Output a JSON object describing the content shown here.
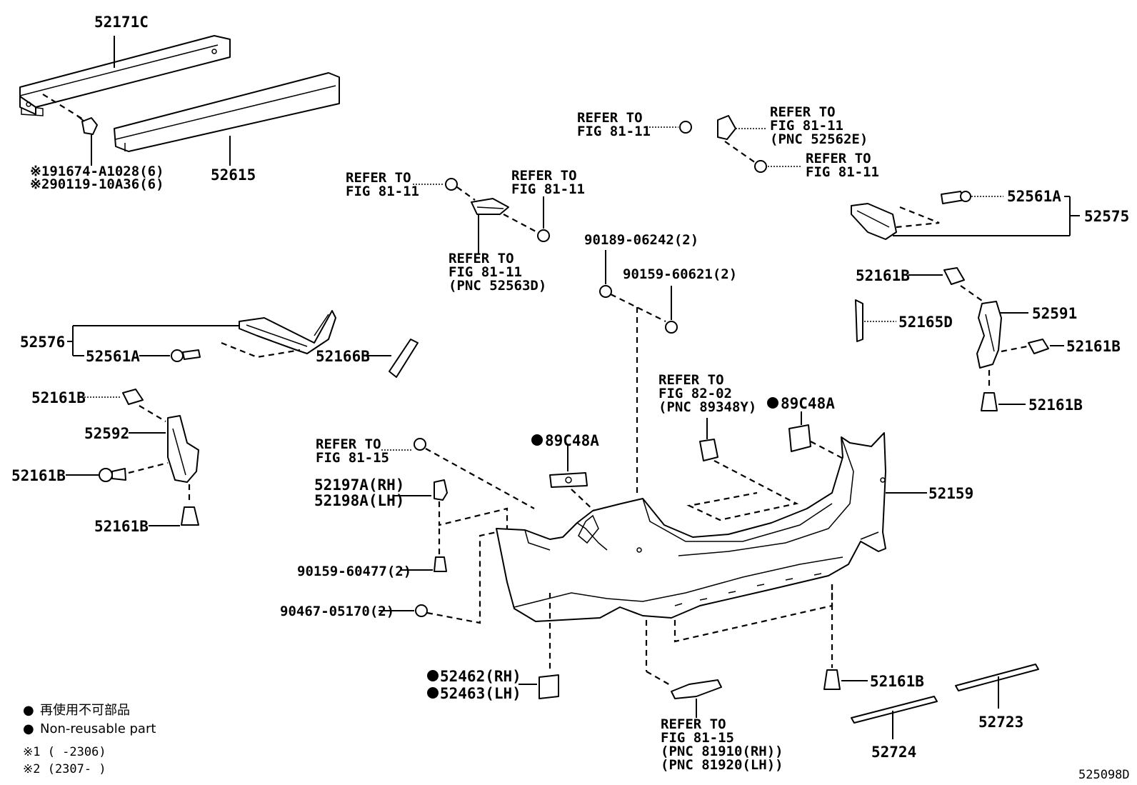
{
  "diagram": {
    "part_numbers": {
      "p52171C": "52171C",
      "p52615": "52615",
      "p52576": "52576",
      "p52561A_left": "52561A",
      "p52166B": "52166B",
      "p52161B_l1": "52161B",
      "p52592": "52592",
      "p52161B_l2": "52161B",
      "p52161B_l3": "52161B",
      "p52197A": "52197A(RH)",
      "p52198A": "52198A(LH)",
      "p90159_60477": "90159-60477(2)",
      "p90467_05170": "90467-05170(2)",
      "p52462": "52462(RH)",
      "p52463": "52463(LH)",
      "p90189_06242": "90189-06242(2)",
      "p90159_60621": "90159-60621(2)",
      "p89C48A_1": "89C48A",
      "p89C48A_2": "89C48A",
      "p52159": "52159",
      "p52161B_bottom": "52161B",
      "p52724": "52724",
      "p52723": "52723",
      "p52561A_right": "52561A",
      "p52575": "52575",
      "p52161B_r1": "52161B",
      "p52165D": "52165D",
      "p52591": "52591",
      "p52161B_r2": "52161B",
      "p52161B_r3": "52161B"
    },
    "notes": {
      "n1_line1": "※191674-A1028(6)",
      "n1_line2": "※290119-10A36(6)"
    },
    "refs": {
      "ref_a_1": "REFER TO",
      "ref_a_2": "FIG 81-11",
      "ref_b_1": "REFER TO",
      "ref_b_2": "FIG 81-11",
      "ref_c_1": "REFER TO",
      "ref_c_2": "FIG 81-11",
      "ref_c_3": "(PNC 52563D)",
      "ref_d_1": "REFER TO",
      "ref_d_2": "FIG 81-11",
      "ref_e_1": "REFER TO",
      "ref_e_2": "FIG 81-11",
      "ref_e_3": "(PNC 52562E)",
      "ref_f_1": "REFER TO",
      "ref_f_2": "FIG 81-11",
      "ref_g_1": "REFER TO",
      "ref_g_2": "FIG 81-15",
      "ref_h_1": "REFER TO",
      "ref_h_2": "FIG 82-02",
      "ref_h_3": "(PNC 89348Y)",
      "ref_i_1": "REFER TO",
      "ref_i_2": "FIG 81-15",
      "ref_i_3": "(PNC 81910(RH))",
      "ref_i_4": "(PNC 81920(LH))"
    },
    "legend": {
      "marker": "●",
      "jp": "再使用不可部品",
      "en": "Non-reusable part",
      "range1": "※1 (     -2306)",
      "range2": "※2 (2307-     )"
    },
    "figure_code": "525098D"
  }
}
